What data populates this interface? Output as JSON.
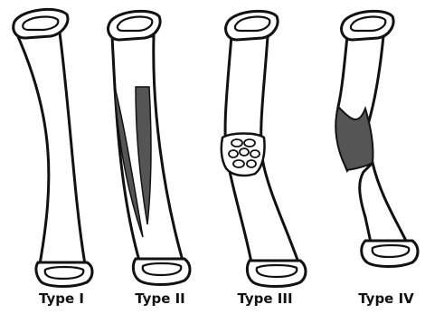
{
  "diagram": {
    "items": [
      {
        "label": "Type I"
      },
      {
        "label": "Type II"
      },
      {
        "label": "Type III"
      },
      {
        "label": "Type IV"
      }
    ]
  },
  "colors": {
    "outline": "#111111",
    "shading": "#555555",
    "background": "#ffffff"
  }
}
